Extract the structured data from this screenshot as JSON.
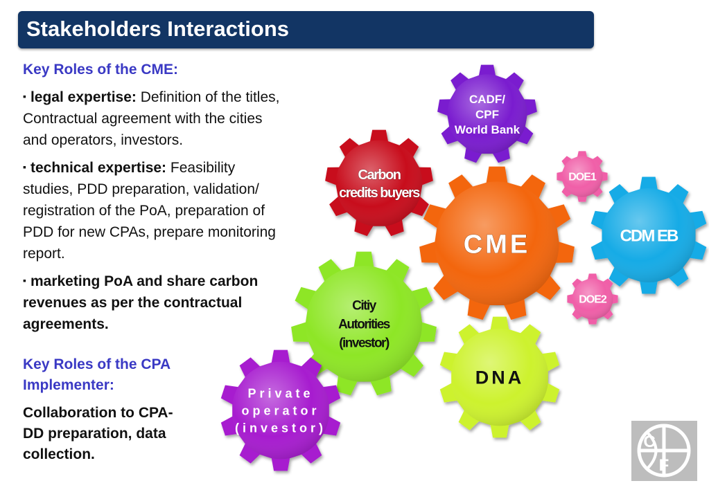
{
  "header": {
    "title": "Stakeholders Interactions"
  },
  "cme_section": {
    "heading": "Key Roles of the CME:",
    "items": [
      {
        "bullet": "▪",
        "term": "legal expertise:",
        "text": " Definition of the titles, Contractual agreement with the cities and operators, investors."
      },
      {
        "bullet": "▪",
        "term": "technical expertise:",
        "text": " Feasibility studies, PDD preparation, validation/ registration of the PoA, preparation of PDD for new CPAs, prepare monitoring report."
      },
      {
        "bullet": "▪",
        "term": "marketing PoA and share carbon revenues as per the contractual agreements.",
        "text": ""
      }
    ]
  },
  "cpa_section": {
    "heading": "Key Roles of the CPA Implementer:",
    "text": "Collaboration to CPA-DD preparation, data collection."
  },
  "gears": [
    {
      "id": "cadf",
      "lines": [
        "CADF/",
        "CPF",
        "World Bank"
      ],
      "color": "#7a1fcf"
    },
    {
      "id": "carbon",
      "lines": [
        "Carbon",
        "credits buyers"
      ],
      "color": "#c8101f"
    },
    {
      "id": "doe1",
      "lines": [
        "DOE1"
      ],
      "color": "#f05fa8"
    },
    {
      "id": "cme",
      "lines": [
        "CME"
      ],
      "color": "#f3660f"
    },
    {
      "id": "cdm",
      "lines": [
        "CDM EB"
      ],
      "color": "#14abe6"
    },
    {
      "id": "doe2",
      "lines": [
        "DOE2"
      ],
      "color": "#f05fa8"
    },
    {
      "id": "city",
      "lines": [
        "Citiy",
        "Autorities",
        "(investor)"
      ],
      "color": "#8ee627"
    },
    {
      "id": "dna",
      "lines": [
        "DNA"
      ],
      "color": "#cdf22f"
    },
    {
      "id": "private",
      "lines": [
        "Private",
        "operator",
        "(investor)"
      ],
      "color": "#a71fcf"
    }
  ],
  "logo": {
    "letters": [
      "C",
      "F"
    ],
    "name": "cf-globe-logo"
  }
}
